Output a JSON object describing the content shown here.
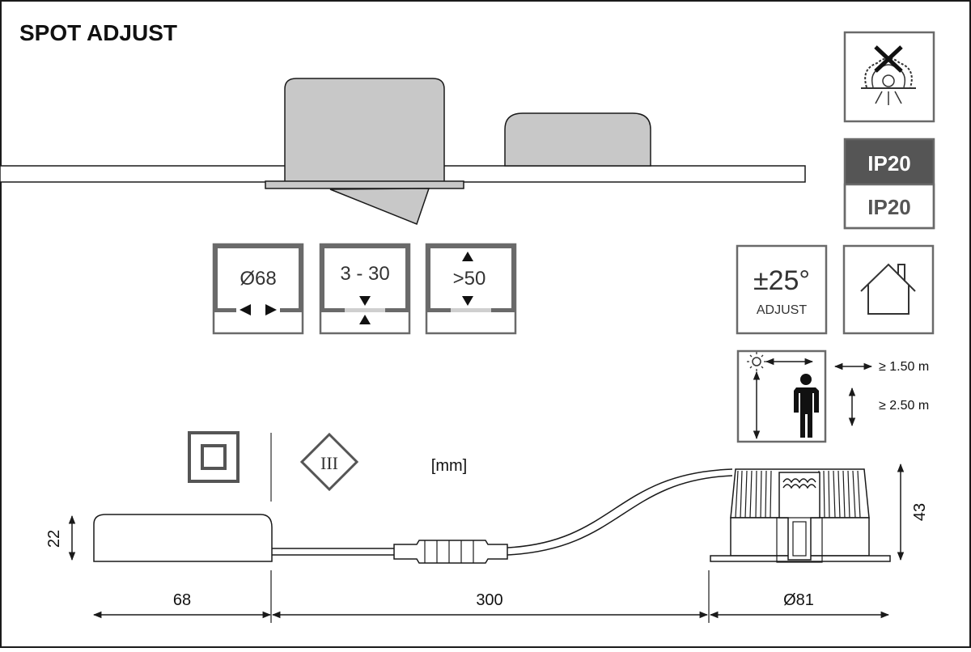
{
  "title": "SPOT ADJUST",
  "icons": {
    "no_cover": "no-thermal-cover-icon",
    "ip": {
      "top": "IP20",
      "bottom": "IP20"
    },
    "beam": {
      "value": "±25°",
      "label": "ADJUST"
    },
    "indoor": "indoor-house-icon",
    "distance": {
      "horizontal": "≥ 1.50 m",
      "vertical": "≥ 2.50 m"
    },
    "class_ii": "class-ii-insulation-icon",
    "class_iii": {
      "symbol": "III"
    }
  },
  "cutout": {
    "diameter": "Ø68",
    "ceiling_thickness": "3 - 30",
    "installation_depth": ">50"
  },
  "unit": "[mm]",
  "dimensions": {
    "driver_height": "22",
    "driver_length": "68",
    "cable_length": "300",
    "luminaire_diameter": "Ø81",
    "luminaire_height": "43"
  },
  "colors": {
    "line": "#1a1a1a",
    "gray_fill": "#c8c8c8",
    "dark_box": "#555555",
    "frame": "#6a6a6a"
  }
}
